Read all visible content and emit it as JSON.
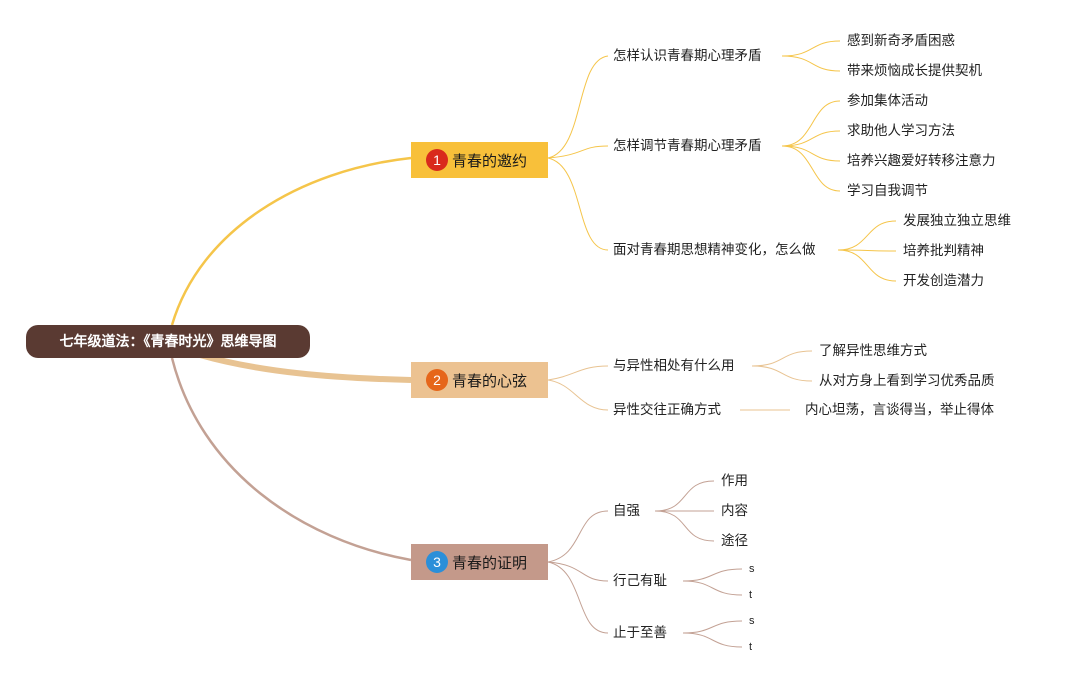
{
  "colors": {
    "root_bg": "#5a3a32",
    "branch1": "#f8c03a",
    "branch1_badge": "#d92a1c",
    "branch1_line": "#f5c54a",
    "branch2": "#ecc291",
    "branch2_badge": "#e6661a",
    "branch2_line": "#e8c392",
    "branch3": "#c4998a",
    "branch3_badge": "#2b8fd9",
    "branch3_line": "#c3a194"
  },
  "root": {
    "label": "七年级道法：《青春时光》思维导图"
  },
  "branches": [
    {
      "number": "1",
      "label": "青春的邀约",
      "topics": [
        {
          "label": "怎样认识青春期心理矛盾",
          "leaves": [
            "感到新奇矛盾困惑",
            "带来烦恼成长提供契机"
          ]
        },
        {
          "label": "怎样调节青春期心理矛盾",
          "leaves": [
            "参加集体活动",
            "求助他人学习方法",
            "培养兴趣爱好转移注意力",
            "学习自我调节"
          ]
        },
        {
          "label": "面对青春期思想精神变化，怎么做",
          "leaves": [
            "发展独立独立思维",
            "培养批判精神",
            "开发创造潜力"
          ]
        }
      ]
    },
    {
      "number": "2",
      "label": "青春的心弦",
      "topics": [
        {
          "label": "与异性相处有什么用",
          "leaves": [
            "了解异性思维方式",
            "从对方身上看到学习优秀品质"
          ]
        },
        {
          "label": "异性交往正确方式",
          "leaves": [
            "内心坦荡，言谈得当，举止得体"
          ]
        }
      ]
    },
    {
      "number": "3",
      "label": "青春的证明",
      "topics": [
        {
          "label": "自强",
          "leaves": [
            "作用",
            "内容",
            "途径"
          ]
        },
        {
          "label": "行己有耻",
          "leaves": [
            "s",
            "t"
          ]
        },
        {
          "label": "止于至善",
          "leaves": [
            "s",
            "t"
          ]
        }
      ]
    }
  ]
}
